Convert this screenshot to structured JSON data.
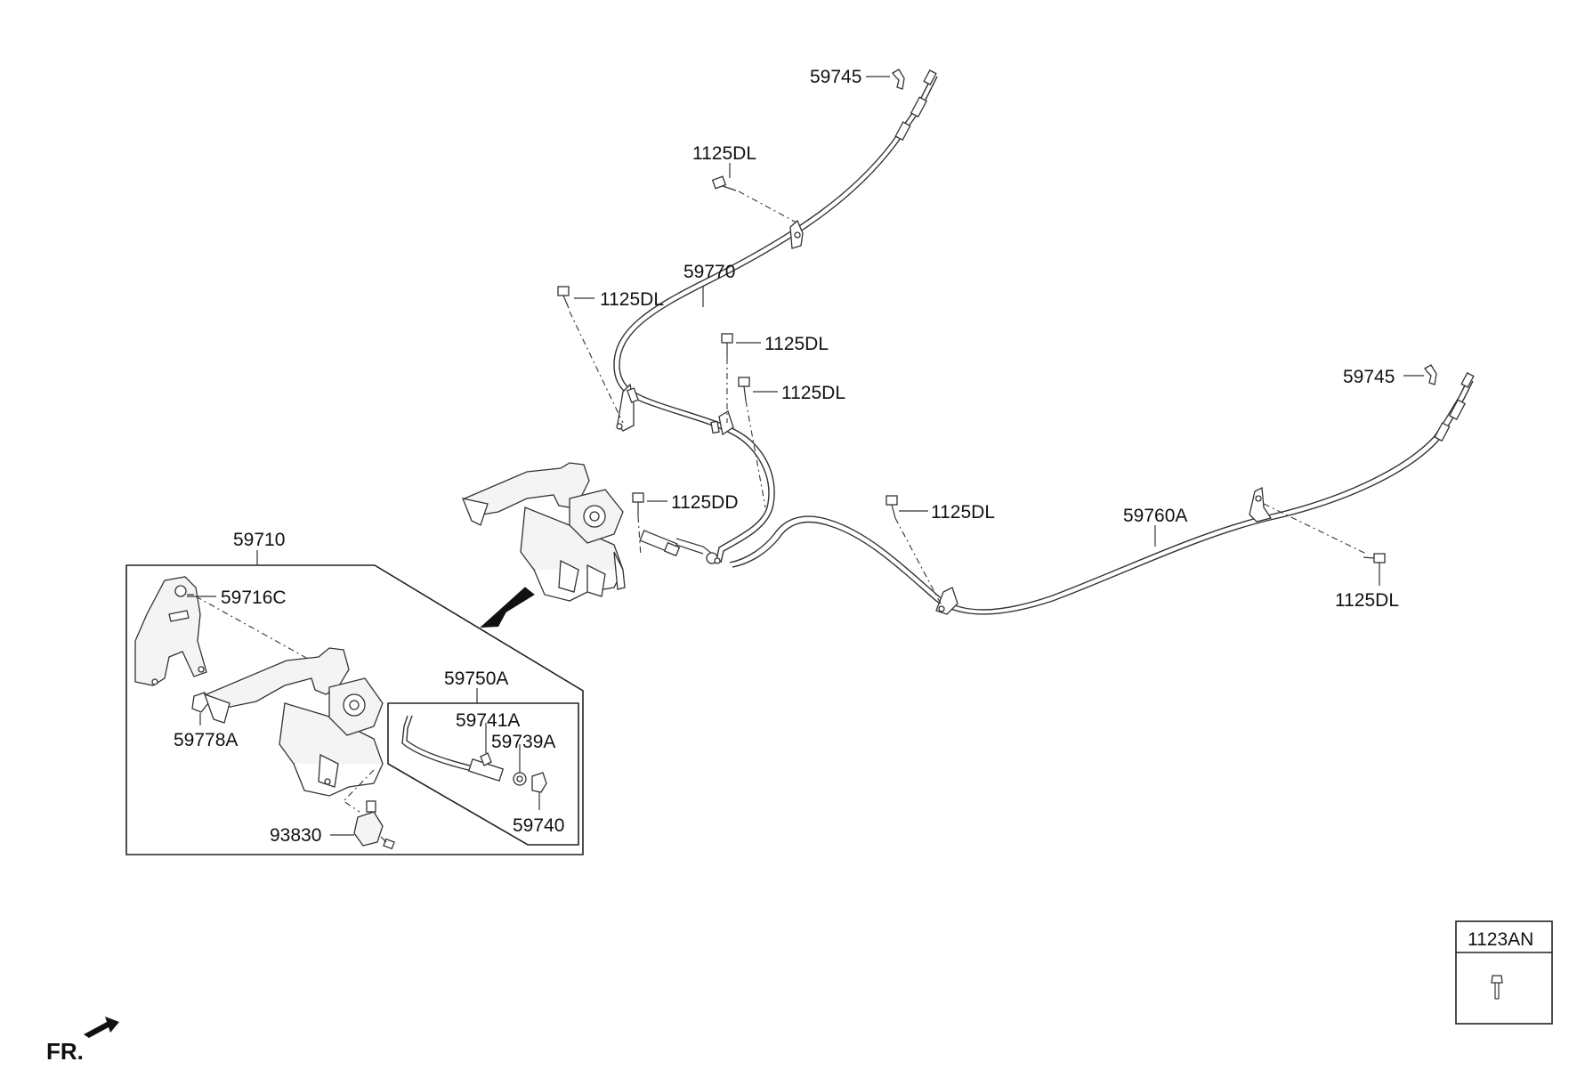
{
  "labels": {
    "p59745_top": "59745",
    "p1125DL_a": "1125DL",
    "p59770": "59770",
    "p1125DL_b": "1125DL",
    "p1125DL_c": "1125DL",
    "p1125DL_d": "1125DL",
    "p59745_right": "59745",
    "p1125DD": "1125DD",
    "p1125DL_e": "1125DL",
    "p59760A": "59760A",
    "p1125DL_f": "1125DL",
    "p59710": "59710",
    "p59716C": "59716C",
    "p59778A": "59778A",
    "p59750A": "59750A",
    "p59741A": "59741A",
    "p59739A": "59739A",
    "p59740": "59740",
    "p93830": "93830",
    "legend_code": "1123AN",
    "direction": "FR."
  },
  "icons": {
    "front_arrow": "direction-arrow-icon",
    "legend_bolt": "bolt-icon"
  }
}
